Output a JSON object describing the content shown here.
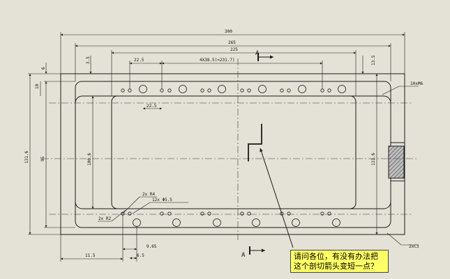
{
  "drawing": {
    "colors": {
      "background": "#e4e2d6",
      "outline": "#1a1a1a",
      "dimension": "#1a1a1a",
      "centerline": "#333333",
      "callout_fill": "#ffff66",
      "hatch_fill": "#bdbdbd"
    },
    "dimensions": {
      "overall_width": "300",
      "inner_width": "265",
      "hole_span": "225",
      "hole_pitch": "4X38.5(=231.7)",
      "slot_pitch": "22.5",
      "slot_offset": "22.5",
      "outer_height": "131.6",
      "inner_height": "95",
      "slot_height": "100.6",
      "right_height": "131.6",
      "edge_top": "3.5",
      "edge_right": "13.5",
      "left_small": "6",
      "left_step": "10",
      "thread_note": "10xM6",
      "hole_note": "12x Φ5.5",
      "slot_note": "2x R4",
      "corner_note": "2x R2",
      "bottom_dim_a": "9.65",
      "bottom_dim_b": "6.5",
      "bottom_left": "11.5",
      "chamfer_note": "2xC3"
    },
    "section_labels": {
      "top": "A",
      "bottom": "A"
    },
    "callout": {
      "line1": "请问各位，有没有办法把",
      "line2": "这个剖切箭头变短一点？"
    }
  }
}
